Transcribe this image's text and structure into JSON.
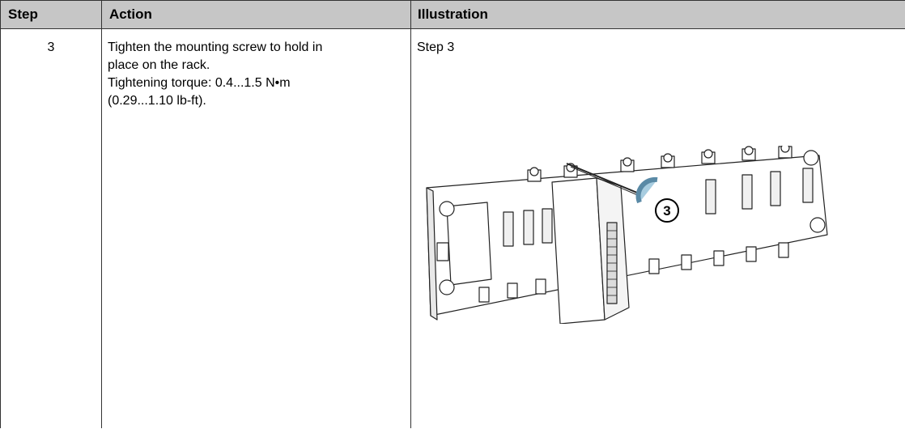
{
  "table": {
    "headers": {
      "step": "Step",
      "action": "Action",
      "illustration": "Illustration"
    },
    "rows": [
      {
        "step": "3",
        "action_lines": [
          "Tighten the mounting screw to hold in",
          "place on the rack.",
          "Tightening torque: 0.4...1.5 N•m",
          "(0.29...1.10 lb-ft)."
        ],
        "illustration_caption": "Step 3",
        "callout_number": "3"
      }
    ]
  }
}
